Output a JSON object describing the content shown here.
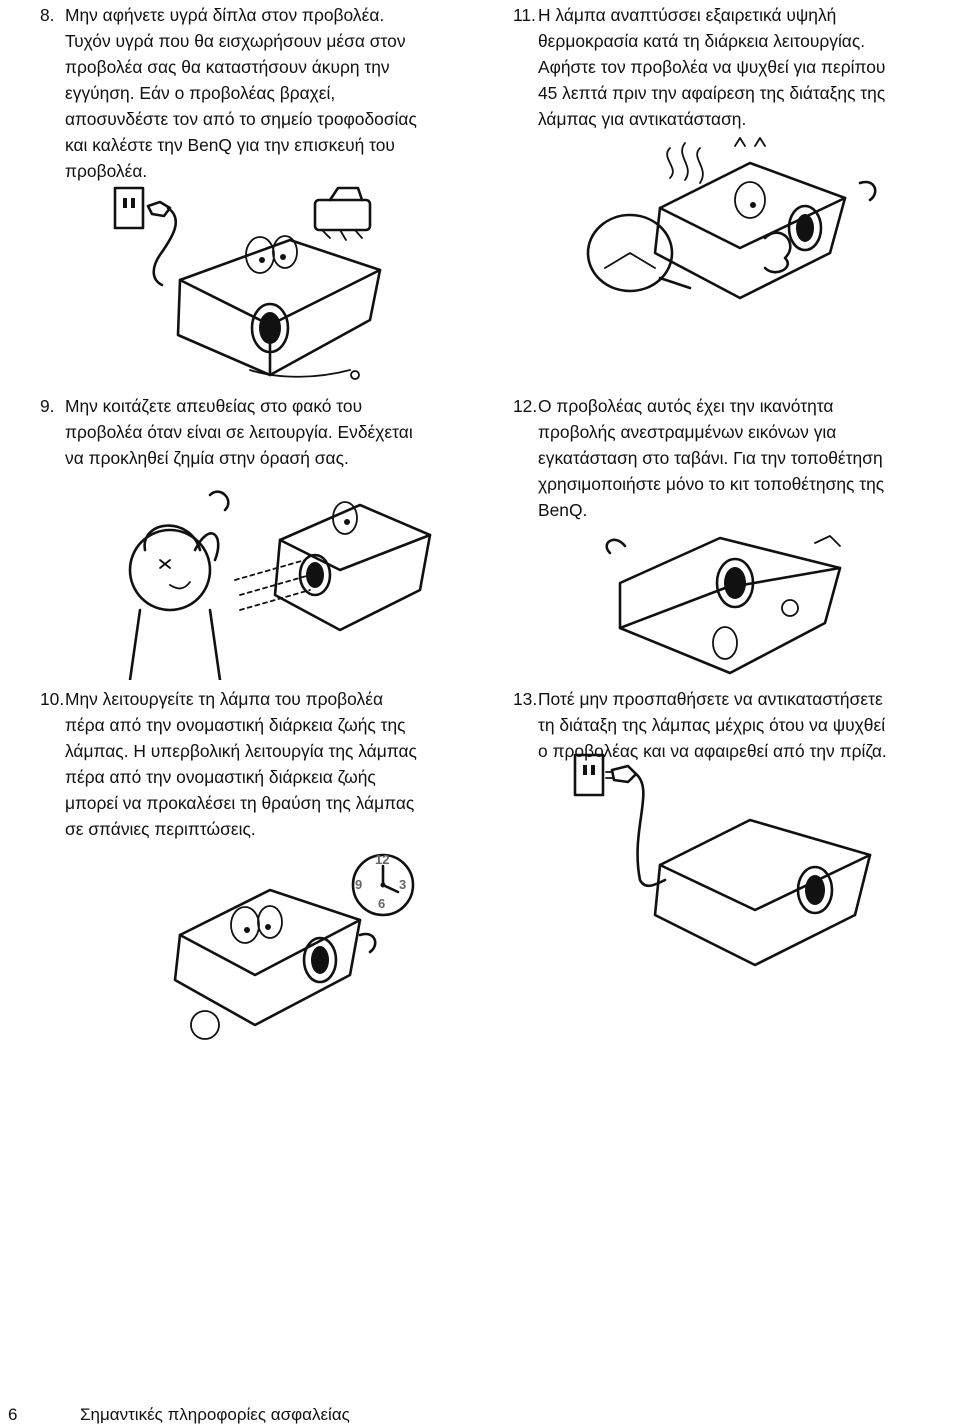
{
  "items": [
    {
      "number": "8.",
      "lines": [
        "Μην αφήνετε υγρά δίπλα στον προβολέα.",
        "Τυχόν υγρά που θα εισχωρήσουν μέσα στον",
        "προβολέα σας θα καταστήσουν άκυρη την",
        "εγγύηση. Εάν ο προβολέας βραχεί,",
        "αποσυνδέστε τον από το σημείο τροφοδοσίας",
        "και καλέστε την BenQ για την επισκευή του",
        "προβολέα."
      ]
    },
    {
      "number": "9.",
      "lines": [
        "Μην κοιτάζετε απευθείας στο φακό του",
        "προβολέα όταν είναι σε λειτουργία. Ενδέχεται",
        "να προκληθεί ζημία στην όρασή σας."
      ]
    },
    {
      "number": "10.",
      "lines": [
        "Μην λειτουργείτε τη λάμπα του προβολέα",
        "πέρα από την ονομαστική διάρκεια ζωής της",
        "λάμπας. Η υπερβολική λειτουργία της λάμπας",
        "πέρα από την ονομαστική διάρκεια ζωής",
        "μπορεί να προκαλέσει τη θραύση της λάμπας",
        "σε σπάνιες περιπτώσεις."
      ]
    },
    {
      "number": "11.",
      "lines": [
        "Η λάμπα αναπτύσσει εξαιρετικά υψηλή",
        "θερμοκρασία κατά τη διάρκεια λειτουργίας.",
        "Αφήστε τον προβολέα να ψυχθεί για περίπου",
        "45 λεπτά πριν την αφαίρεση της διάταξης της",
        "λάμπας για αντικατάσταση."
      ]
    },
    {
      "number": "12.",
      "lines": [
        "Ο προβολέας αυτός έχει την ικανότητα",
        "προβολής ανεστραμμένων εικόνων για",
        "εγκατάσταση στο ταβάνι. Για την τοποθέτηση",
        "χρησιμοποιήστε μόνο το κιτ τοποθέτησης της",
        "BenQ."
      ]
    },
    {
      "number": "13.",
      "lines": [
        "Ποτέ μην προσπαθήσετε να αντικαταστήσετε",
        "τη διάταξη της λάμπας μέχρις ότου να ψυχθεί",
        "ο προβολέας και να αφαιρεθεί από την πρίζα."
      ]
    }
  ],
  "clock": {
    "n12": "12",
    "n3": "3",
    "n6": "6",
    "n9": "9"
  },
  "footer": {
    "page_number": "6",
    "section_title": "Σημαντικές πληροφορίες ασφαλείας"
  },
  "colors": {
    "text": "#111111",
    "background": "#ffffff"
  }
}
